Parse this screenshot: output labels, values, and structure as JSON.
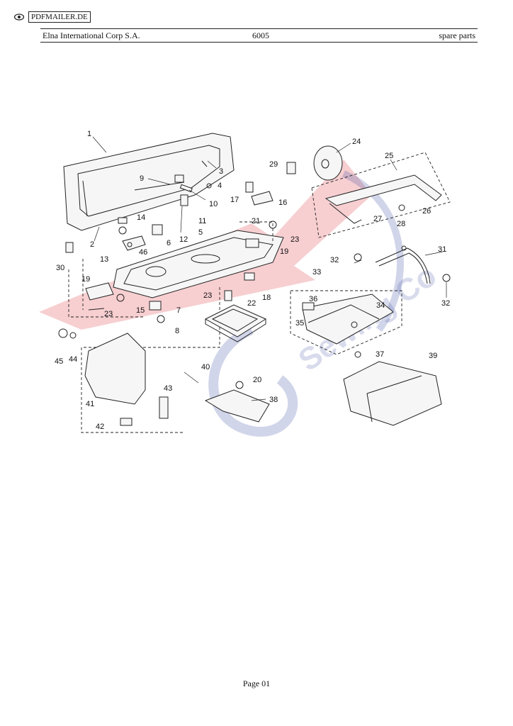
{
  "badge": {
    "icon": "eye-icon",
    "label": "PDFMAILER.DE"
  },
  "header": {
    "left": "Elna International Corp S.A.",
    "center": "6005",
    "right": "spare parts"
  },
  "diagram": {
    "callouts": [
      "1",
      "2",
      "3",
      "4",
      "5",
      "6",
      "7",
      "8",
      "9",
      "10",
      "11",
      "12",
      "13",
      "14",
      "15",
      "16",
      "17",
      "18",
      "19",
      "19",
      "20",
      "21",
      "22",
      "23",
      "23",
      "23",
      "24",
      "25",
      "26",
      "27",
      "28",
      "29",
      "30",
      "31",
      "32",
      "32",
      "33",
      "34",
      "35",
      "36",
      "37",
      "38",
      "39",
      "40",
      "41",
      "42",
      "43",
      "44",
      "45",
      "46"
    ]
  },
  "footer": {
    "page": "Page 01"
  }
}
